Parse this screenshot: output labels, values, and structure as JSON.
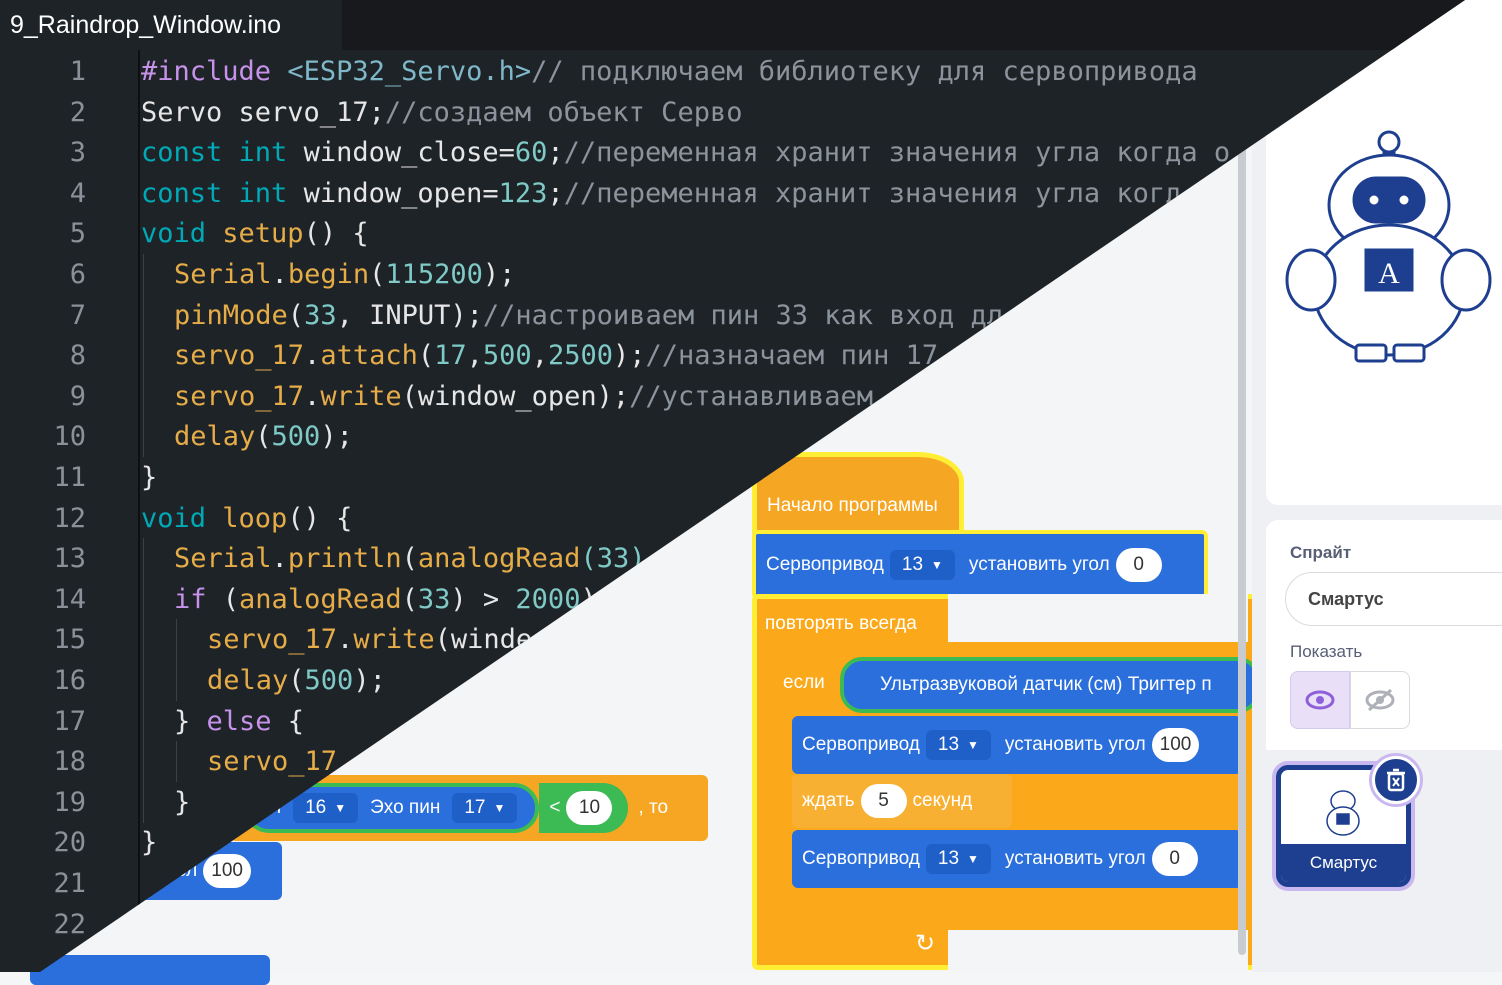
{
  "editor": {
    "file_tab": "9_Raindrop_Window.ino",
    "lines": [
      {
        "n": "1",
        "tokens": [
          [
            "#include ",
            "pre"
          ],
          [
            "<ESP32_Servo.h>",
            "str"
          ],
          [
            "// подключаем библиотеку для сервопривода",
            "cmt"
          ]
        ]
      },
      {
        "n": "2",
        "tokens": [
          [
            "Servo servo_17;",
            "id"
          ],
          [
            "//создаем объект Серво",
            "cmt"
          ]
        ]
      },
      {
        "n": "3",
        "tokens": [
          [
            "const int ",
            "kw"
          ],
          [
            "window_close=",
            "id"
          ],
          [
            "60",
            "num"
          ],
          [
            ";",
            "id"
          ],
          [
            "//переменная хранит значения угла когда о",
            "cmt"
          ]
        ]
      },
      {
        "n": "4",
        "tokens": [
          [
            "const int ",
            "kw"
          ],
          [
            "window_open=",
            "id"
          ],
          [
            "123",
            "num"
          ],
          [
            ";",
            "id"
          ],
          [
            "//переменная хранит значения угла когд",
            "cmt"
          ]
        ]
      },
      {
        "n": "5",
        "tokens": [
          [
            "void ",
            "kw"
          ],
          [
            "setup",
            "fn"
          ],
          [
            "() {",
            "id"
          ]
        ]
      },
      {
        "n": "6",
        "indent": 1,
        "tokens": [
          [
            "Serial",
            "fn"
          ],
          [
            ".",
            "id"
          ],
          [
            "begin",
            "fn"
          ],
          [
            "(",
            "id"
          ],
          [
            "115200",
            "num"
          ],
          [
            ");",
            "id"
          ]
        ]
      },
      {
        "n": "7",
        "indent": 1,
        "tokens": [
          [
            "pinMode",
            "fn"
          ],
          [
            "(",
            "id"
          ],
          [
            "33",
            "num"
          ],
          [
            ", INPUT);",
            "id"
          ],
          [
            "//настроиваем пин 33 как вход дл",
            "cmt"
          ]
        ]
      },
      {
        "n": "8",
        "indent": 1,
        "tokens": [
          [
            "servo_17",
            "fn"
          ],
          [
            ".",
            "id"
          ],
          [
            "attach",
            "fn"
          ],
          [
            "(",
            "id"
          ],
          [
            "17",
            "num"
          ],
          [
            ",",
            "id"
          ],
          [
            "500",
            "num"
          ],
          [
            ",",
            "id"
          ],
          [
            "2500",
            "num"
          ],
          [
            ");",
            "id"
          ],
          [
            "//назначаем пин 17",
            "cmt"
          ]
        ]
      },
      {
        "n": "9",
        "indent": 1,
        "tokens": [
          [
            "servo_17",
            "fn"
          ],
          [
            ".",
            "id"
          ],
          [
            "write",
            "fn"
          ],
          [
            "(window_open);",
            "id"
          ],
          [
            "//устанавливаем",
            "cmt"
          ]
        ]
      },
      {
        "n": "10",
        "indent": 1,
        "tokens": [
          [
            "delay",
            "fn"
          ],
          [
            "(",
            "id"
          ],
          [
            "500",
            "num"
          ],
          [
            ");",
            "id"
          ]
        ]
      },
      {
        "n": "11",
        "tokens": [
          [
            "}",
            "id"
          ]
        ]
      },
      {
        "n": "12",
        "tokens": [
          [
            "void ",
            "kw"
          ],
          [
            "loop",
            "fn"
          ],
          [
            "() {",
            "id"
          ]
        ]
      },
      {
        "n": "13",
        "indent": 1,
        "tokens": [
          [
            "Serial",
            "fn"
          ],
          [
            ".",
            "id"
          ],
          [
            "println",
            "fn"
          ],
          [
            "(",
            "id"
          ],
          [
            "analogRead",
            "fn"
          ],
          [
            "(33)",
            "num"
          ]
        ]
      },
      {
        "n": "14",
        "indent": 1,
        "tokens": [
          [
            "if ",
            "ctl"
          ],
          [
            "(",
            "id"
          ],
          [
            "analogRead",
            "fn"
          ],
          [
            "(",
            "id"
          ],
          [
            "33",
            "num"
          ],
          [
            ") > ",
            "id"
          ],
          [
            "2000",
            "num"
          ],
          [
            ")",
            "id"
          ]
        ]
      },
      {
        "n": "15",
        "indent": 2,
        "tokens": [
          [
            "servo_17",
            "fn"
          ],
          [
            ".",
            "id"
          ],
          [
            "write",
            "fn"
          ],
          [
            "(winde",
            "id"
          ]
        ]
      },
      {
        "n": "16",
        "indent": 2,
        "tokens": [
          [
            "delay",
            "fn"
          ],
          [
            "(",
            "id"
          ],
          [
            "500",
            "num"
          ],
          [
            ");",
            "id"
          ]
        ]
      },
      {
        "n": "17",
        "indent": 1,
        "tokens": [
          [
            "} ",
            "id"
          ],
          [
            "else ",
            "ctl"
          ],
          [
            "{",
            "id"
          ]
        ]
      },
      {
        "n": "18",
        "indent": 2,
        "tokens": [
          [
            "servo_17",
            "fn"
          ]
        ]
      },
      {
        "n": "19",
        "indent": 1,
        "tokens": [
          [
            "}",
            "id"
          ]
        ]
      },
      {
        "n": "20",
        "tokens": [
          [
            "}",
            "id"
          ]
        ]
      },
      {
        "n": "21",
        "tokens": []
      },
      {
        "n": "22",
        "tokens": []
      }
    ]
  },
  "blocks": {
    "start_label": "Начало программы",
    "servo_label": "Сервопривод",
    "servo_pin": "13",
    "set_angle_label": "установить угол",
    "angle_initial": "0",
    "forever_label": "повторять всегда",
    "if_label": "если",
    "sensor_label": "Ультразвуковой датчик (см) Тригтер п",
    "angle_open": "100",
    "wait_label": "ждать",
    "wait_value": "5",
    "seconds_label": "секунд",
    "angle_close": "0",
    "bg_pin_label": "ин",
    "bg_trig_pin": "16",
    "bg_echo_label": "Эхо пин",
    "bg_echo_pin": "17",
    "bg_lt": "<",
    "bg_compare_value": "10",
    "bg_then": ", то",
    "bg_angle_label": "ол",
    "bg_angle_value": "100",
    "loop_arrow": "↻"
  },
  "panel": {
    "sprite_label": "Спрайт",
    "sprite_name": "Смартус",
    "show_label": "Показать",
    "tile_name": "Смартус",
    "robot_letter": "A"
  },
  "colors": {
    "editor_bg": "#1e2328",
    "block_blue": "#2a6fdb",
    "block_orange": "#fba91a",
    "highlight_yellow": "#ffee33",
    "sensor_green": "#3cba54",
    "sprite_navy": "#1e3f8f"
  }
}
